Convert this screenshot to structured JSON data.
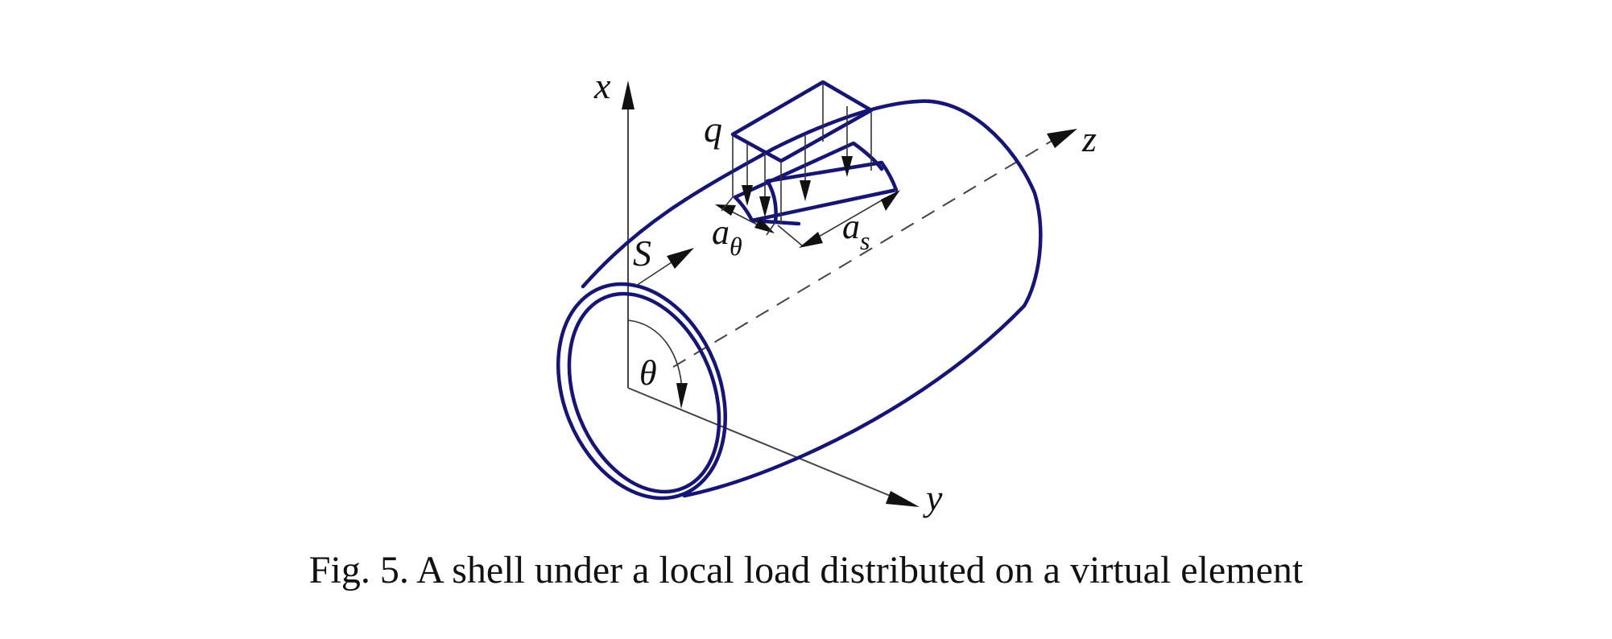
{
  "labels": {
    "x_axis": "x",
    "y_axis": "y",
    "z_axis": "z",
    "load": "q",
    "arc_coord": "S",
    "angle": "θ",
    "elem_width_base": "a",
    "elem_width_sub": "θ",
    "elem_length_base": "a",
    "elem_length_sub": "s"
  },
  "caption": "Fig. 5. A shell under a local load distributed on a virtual element",
  "colors": {
    "shell": "#14147a",
    "lines": "#333333",
    "background": "#ffffff"
  }
}
